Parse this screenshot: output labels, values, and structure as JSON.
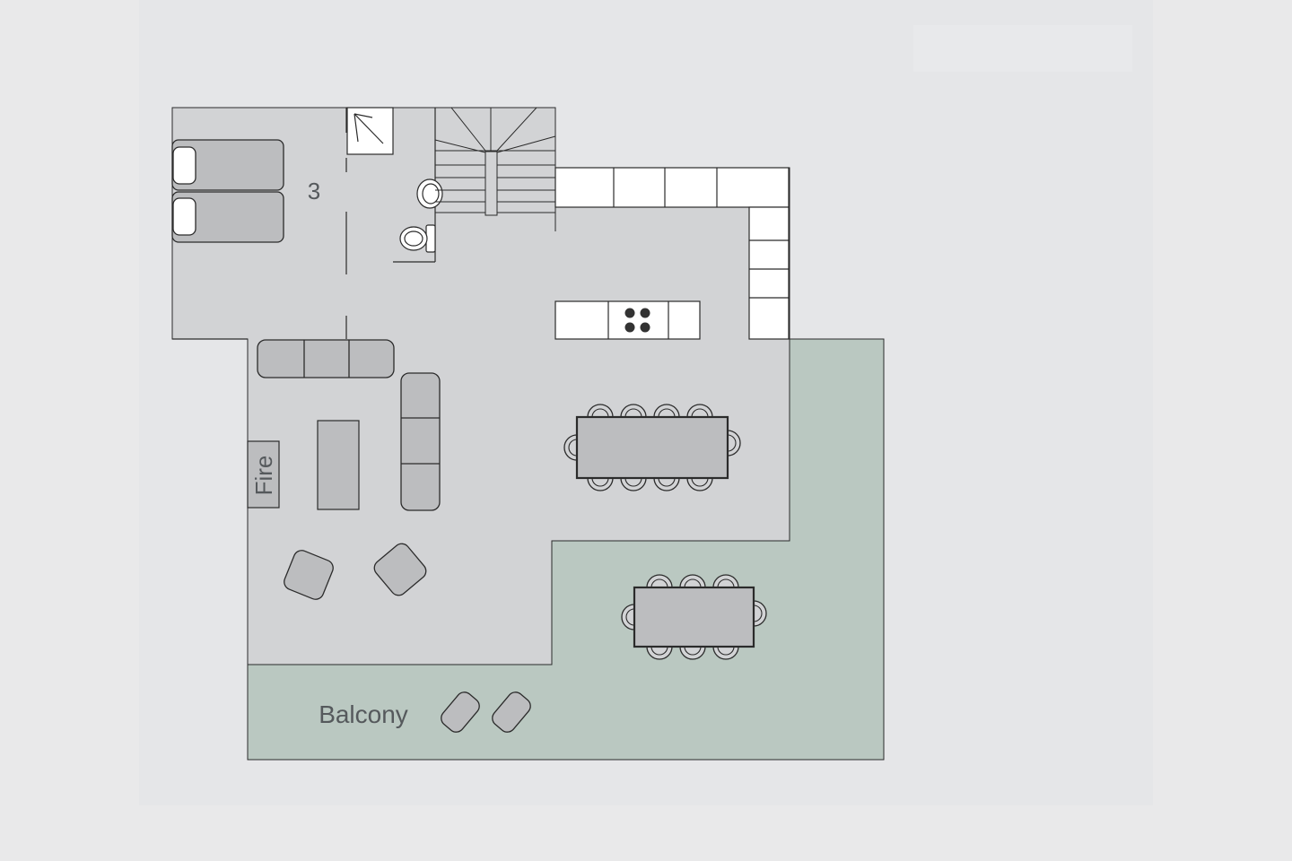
{
  "labels": {
    "bedroom_number": "3",
    "fireplace": "Fire",
    "balcony": "Balcony"
  },
  "colors": {
    "page_background": "#e9e9ea",
    "panel_background": "#e5e6e8",
    "interior_floor": "#d2d3d5",
    "balcony_floor": "#bac8c1",
    "furniture_fill": "#bcbdbf",
    "cabinet_fill": "#ffffff",
    "line": "#2b2b2b",
    "label_text": "#55595c"
  },
  "icons": {
    "stairs": "stairs-icon",
    "door_swing": "door-swing-icon",
    "cooktop": "cooktop-icon",
    "toilet": "toilet-icon"
  }
}
